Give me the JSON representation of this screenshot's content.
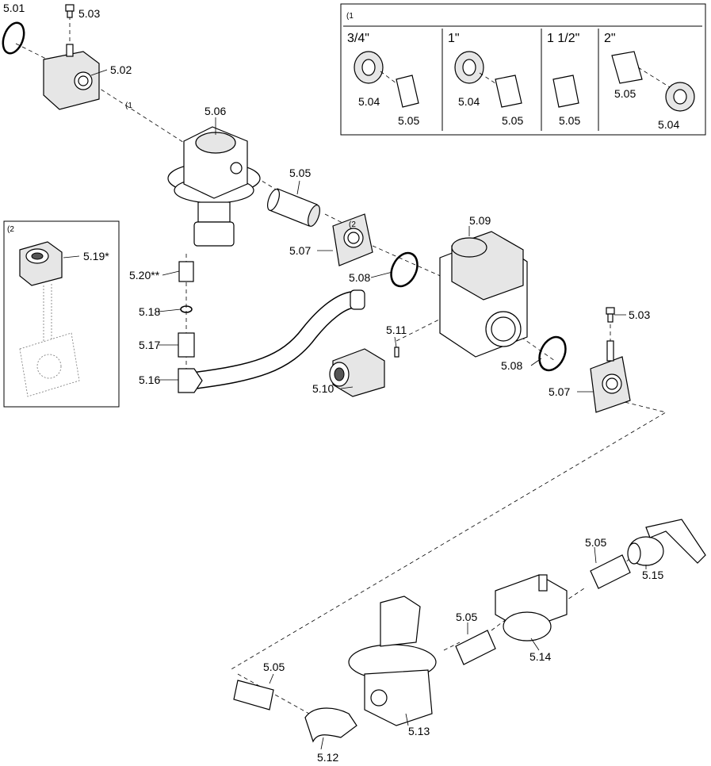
{
  "title": "Gas train exploded parts diagram",
  "labels": {
    "p501": "5.01",
    "p503a": "5.03",
    "p502": "5.02",
    "note1_line": "(1",
    "p506": "5.06",
    "p505a": "5.05",
    "note2_part": "(2",
    "p507a": "5.07",
    "p509": "5.09",
    "p508a": "5.08",
    "p520": "5.20**",
    "p518": "5.18",
    "p517": "5.17",
    "p516": "5.16",
    "p511": "5.11",
    "p510": "5.10",
    "p503b": "5.03",
    "p508b": "5.08",
    "p507b": "5.07",
    "p505b": "5.05",
    "p515": "5.15",
    "p505c": "5.05",
    "p514": "5.14",
    "p505d": "5.05",
    "p513": "5.13",
    "p512": "5.12"
  },
  "inset1": {
    "note": "(1",
    "columns": [
      {
        "size": "3/4\"",
        "parts": [
          "5.04",
          "5.05"
        ]
      },
      {
        "size": "1\"",
        "parts": [
          "5.04",
          "5.05"
        ]
      },
      {
        "size": "1 1/2\"",
        "parts": [
          "5.05"
        ]
      },
      {
        "size": "2\"",
        "parts": [
          "5.05",
          "5.04"
        ]
      }
    ]
  },
  "inset2": {
    "note": "(2",
    "part": "5.19*"
  }
}
